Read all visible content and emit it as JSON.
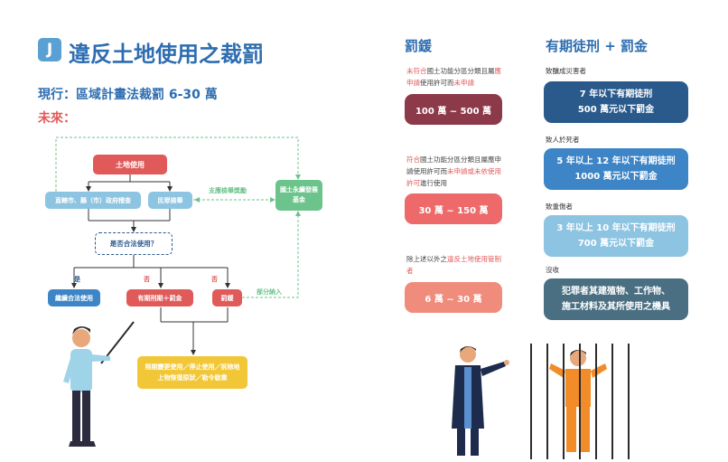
{
  "header": {
    "badge": "J",
    "title": "違反土地使用之裁罰",
    "current": "現行：區域計畫法裁罰 6-30 萬",
    "future": "未來："
  },
  "flowchart": {
    "land_use": "土地使用",
    "agency": "直轄市、縣（市）政府稽查",
    "public_report": "民眾檢舉",
    "support_reward": "支應檢舉獎勵",
    "fund": "國土永續發展基金",
    "question": "是否合法使用？",
    "yes": "是",
    "no_1": "否",
    "no_2": "否",
    "continue_use": "繼續合法使用",
    "prison_fine": "有期刑期＋罰金",
    "fine": "罰鍰",
    "partial_income": "部分納入",
    "remedy": "限期變更使用／停止使用／拆除地上物恢復原狀／勒令歇業"
  },
  "fines_column": {
    "title": "罰鍰",
    "items": [
      {
        "desc_pre": "",
        "desc_red1": "未符合",
        "desc_mid": "國土功能分區分類且屬",
        "desc_red2": "應申請",
        "desc_mid2": "使用許可而",
        "desc_red3": "未申請",
        "desc_post": "",
        "amount": "100 萬 ~ 500 萬"
      },
      {
        "desc_pre": "",
        "desc_red1": "符合",
        "desc_mid": "國土功能分區分類且屬應申請使用許可而",
        "desc_red2": "未申請或未依使用許可",
        "desc_mid2": "進行使用",
        "desc_red3": "",
        "desc_post": "",
        "amount": "30 萬 ~ 150 萬"
      },
      {
        "desc_pre": "除上述以外之",
        "desc_red1": "違反土地使用管制者",
        "desc_mid": "",
        "desc_red2": "",
        "desc_mid2": "",
        "desc_red3": "",
        "desc_post": "",
        "amount": "6 萬 ~ 30 萬"
      }
    ]
  },
  "prison_column": {
    "title": "有期徒刑 + 罰金",
    "items": [
      {
        "label": "致釀成災害者",
        "line1": "7 年以下有期徒刑",
        "line2": "500 萬元以下罰金"
      },
      {
        "label": "致人於死者",
        "line1": "5 年以上 12 年以下有期徒刑",
        "line2": "1000 萬元以下罰金"
      },
      {
        "label": "致重傷者",
        "line1": "3 年以上 10 年以下有期徒刑",
        "line2": "700 萬元以下罰金"
      },
      {
        "label": "沒收",
        "line1": "犯罪者其建殖物、工作物、",
        "line2": "施工材料及其所使用之機具"
      }
    ]
  },
  "colors": {
    "blue_title": "#2d6db0",
    "red": "#e05a5a",
    "dark_red": "#8c3a4a",
    "coral": "#ee6a6a",
    "salmon": "#f08c7c",
    "navy": "#2a5a8c",
    "mid_blue": "#3d85c6",
    "light_blue": "#8cc4e2",
    "slate": "#4b6f82",
    "green": "#6cc38b",
    "yellow": "#f2c737"
  }
}
